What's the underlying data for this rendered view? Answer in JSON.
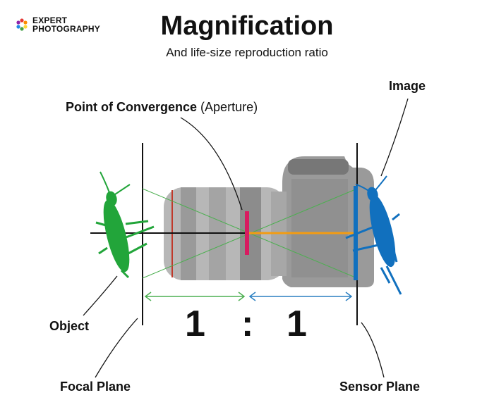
{
  "brand": {
    "line1": "EXPERT",
    "line2": "PHOTOGRAPHY",
    "logo_icon": "flower-logo-icon"
  },
  "title": "Magnification",
  "subtitle": "And life-size reproduction ratio",
  "labels": {
    "convergence_bold": "Point of Convergence",
    "convergence_light": "(Aperture)",
    "image": "Image",
    "object": "Object",
    "focal_plane": "Focal Plane",
    "sensor_plane": "Sensor Plane"
  },
  "ratio": {
    "left": "1",
    "separator": ":",
    "right": "1"
  },
  "colors": {
    "object": "#22a53a",
    "image": "#1170be",
    "aperture": "#d81b60",
    "sensor_line": "#f39c12",
    "ray": "#4caf50",
    "ray_image": "#2a7fc1",
    "camera": "#8e8e8e"
  }
}
